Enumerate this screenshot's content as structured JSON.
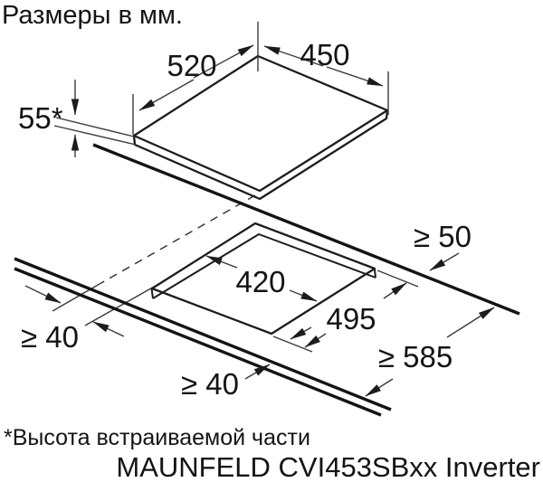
{
  "title": "Размеры в мм.",
  "footnote": "*Высота встраиваемой части",
  "model_name": "MAUNFELD CVI453SBxx Inverter",
  "units": "мм",
  "colors": {
    "ink": "#1a1a1a",
    "background": "#ffffff"
  },
  "dimensions": {
    "hob_depth": "520",
    "hob_width": "450",
    "built_in_height": "55*",
    "cutout_depth": "420",
    "cutout_width": "495",
    "rear_clearance": "≥ 50",
    "side_clearance": "≥ 40",
    "front_clearance": "≥ 40",
    "min_counter_depth": "≥ 585"
  }
}
